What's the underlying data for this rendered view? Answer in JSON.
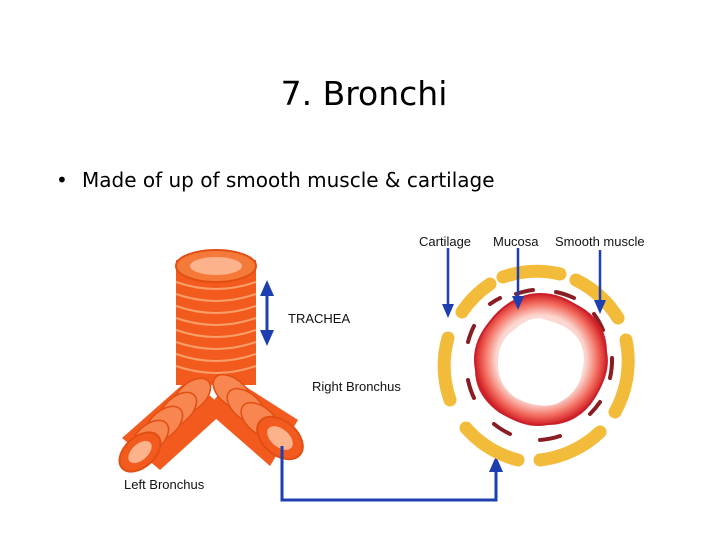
{
  "slide": {
    "title": "7. Bronchi",
    "bullets": [
      {
        "text": "Made of up of smooth muscle & cartilage"
      }
    ]
  },
  "diagram": {
    "labels": {
      "trachea": "TRACHEA",
      "right_bronchus": "Right Bronchus",
      "left_bronchus": "Left Bronchus",
      "cartilage": "Cartilage",
      "mucosa": "Mucosa",
      "smooth_muscle": "Smooth muscle"
    },
    "colors": {
      "airway_orange": "#f25a1e",
      "airway_light": "#f98a52",
      "arrow_blue": "#1e3fb0",
      "cartilage_yellow": "#f3bb3a",
      "mucosa_red": "#e2262a",
      "muscle_dark": "#8a1d22"
    }
  }
}
